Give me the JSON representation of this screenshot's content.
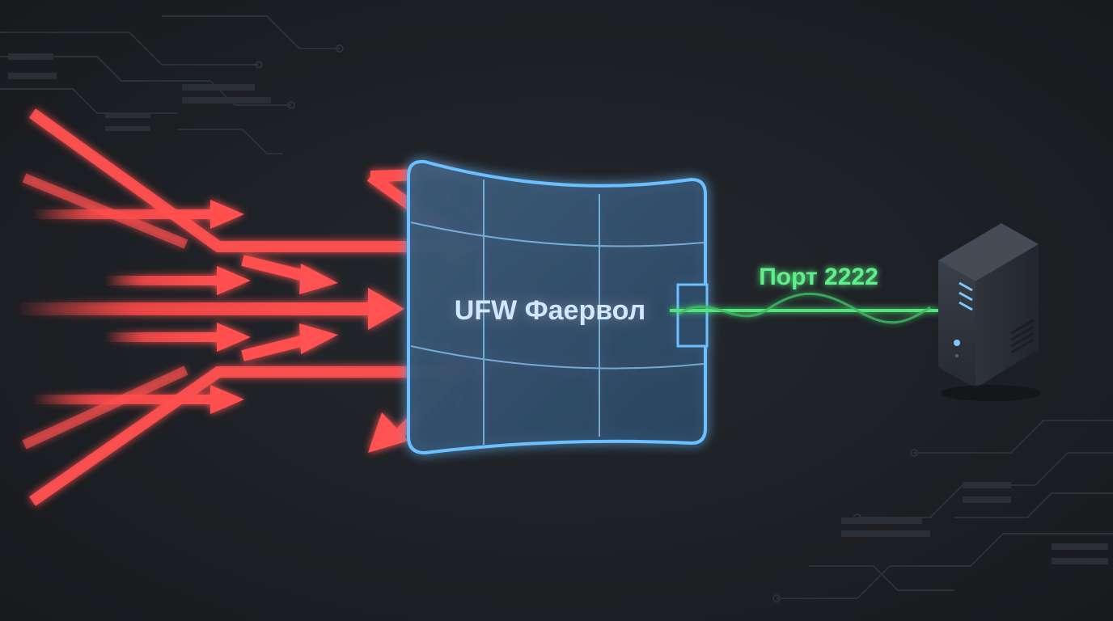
{
  "diagram": {
    "firewall": {
      "label": "UFW Фаервол",
      "color": "#5fb4ff"
    },
    "connection": {
      "label": "Порт 2222",
      "color": "#4ee07a"
    },
    "server": {
      "icon": "server-tower-icon"
    },
    "threats": {
      "color": "#ff4a4a"
    },
    "background": {
      "color": "#1d2024",
      "pattern": "circuit-traces"
    }
  }
}
